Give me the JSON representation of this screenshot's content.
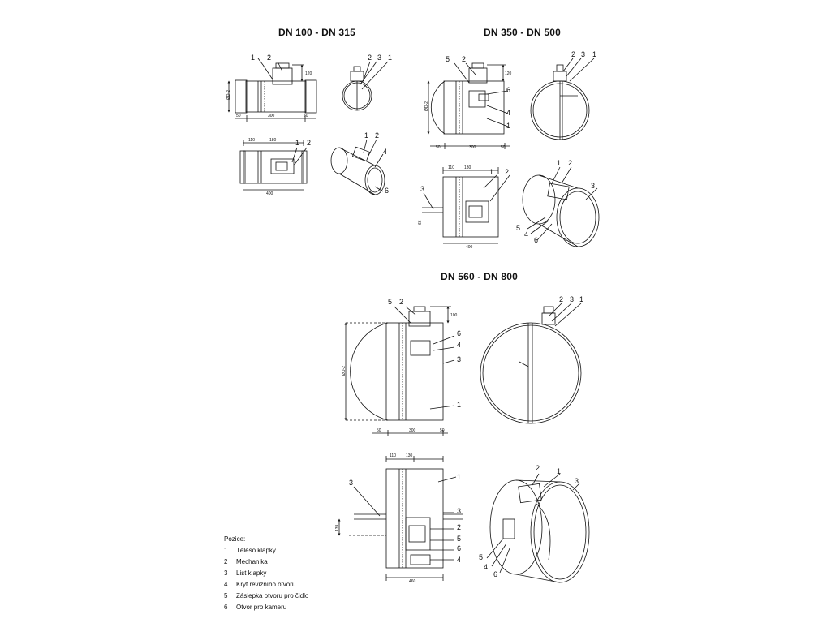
{
  "titles": {
    "small": "DN 100 - DN 315",
    "medium": "DN 350 - DN 500",
    "large": "DN 560 - DN 800"
  },
  "legend": {
    "heading": "Pozice:",
    "items": [
      {
        "num": "1",
        "label": "Těleso klapky"
      },
      {
        "num": "2",
        "label": "Mechanika"
      },
      {
        "num": "3",
        "label": "List klapky"
      },
      {
        "num": "4",
        "label": "Kryt revizního otvoru"
      },
      {
        "num": "5",
        "label": "Záslepka otvoru pro čidlo"
      },
      {
        "num": "6",
        "label": "Otvor pro kameru"
      }
    ]
  },
  "labels": {
    "n1": "1",
    "n2": "2",
    "n3": "3",
    "n4": "4",
    "n5": "5",
    "n6": "6"
  },
  "dims": {
    "d50": "50",
    "d300": "300",
    "d400": "400",
    "d110": "110",
    "d180": "180",
    "d130": "130",
    "d120": "120",
    "d139": "139",
    "d460": "460",
    "d100": "100",
    "d66": "66",
    "dDn": "ØD-2"
  }
}
